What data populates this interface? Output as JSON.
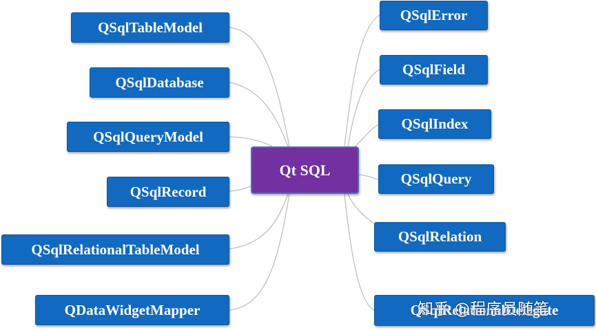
{
  "diagram": {
    "center": "Qt SQL",
    "left_nodes": [
      "QSqlTableModel",
      "QSqlDatabase",
      "QSqlQueryModel",
      "QSqlRecord",
      "QSqlRelationalTableModel",
      "QDataWidgetMapper"
    ],
    "right_nodes": [
      "QSqlError",
      "QSqlField",
      "QSqlIndex",
      "QSqlQuery",
      "QSqlRelation",
      "QSqlRelationalDelegate"
    ]
  },
  "watermark": "知乎 @程序员随笔",
  "colors": {
    "center_fill": "#7230a0",
    "node_fill": "#1269c0",
    "connector": "#bfbfbf"
  }
}
